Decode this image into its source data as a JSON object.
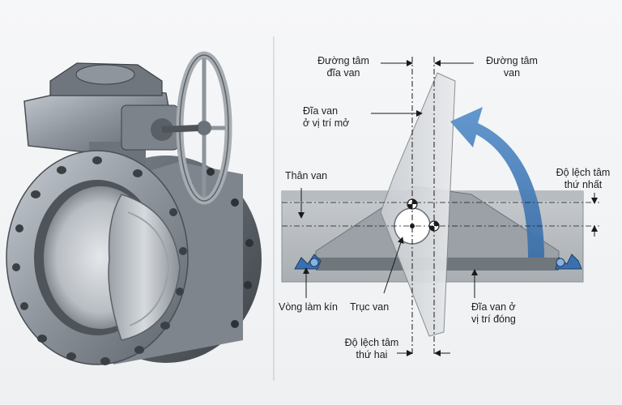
{
  "labels": {
    "disc_centerline_1": "Đường tâm",
    "disc_centerline_2": "đĩa van",
    "valve_centerline_1": "Đường tâm",
    "valve_centerline_2": "van",
    "disc_open_1": "Đĩa van",
    "disc_open_2": "ở vị trí mở",
    "body": "Thân van",
    "first_offset_1": "Độ lệch tâm",
    "first_offset_2": "thứ nhất",
    "seal_ring": "Vòng làm kín",
    "shaft": "Trục van",
    "disc_closed_1": "Đĩa van ở",
    "disc_closed_2": "vị trí đóng",
    "second_offset_1": "Độ lệch tâm",
    "second_offset_2": "thứ hai"
  },
  "icons": {
    "gearbox": "gearbox-icon",
    "handwheel": "handwheel-icon"
  },
  "colors": {
    "arrow": "#3f78b6",
    "seal": "#3a6fb0",
    "leader": "#1a1a1a"
  }
}
